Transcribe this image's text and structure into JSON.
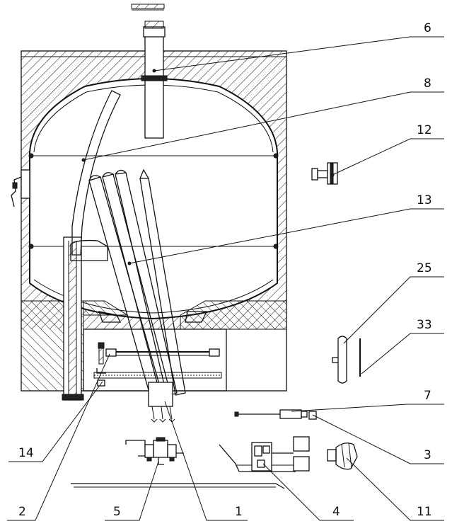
{
  "callouts": {
    "c6": "6",
    "c8": "8",
    "c12": "12",
    "c13": "13",
    "c25": "25",
    "c33": "33",
    "c7": "7",
    "c3": "3",
    "c14": "14",
    "c2": "2",
    "c5": "5",
    "c1": "1",
    "c4": "4",
    "c11": "11"
  }
}
